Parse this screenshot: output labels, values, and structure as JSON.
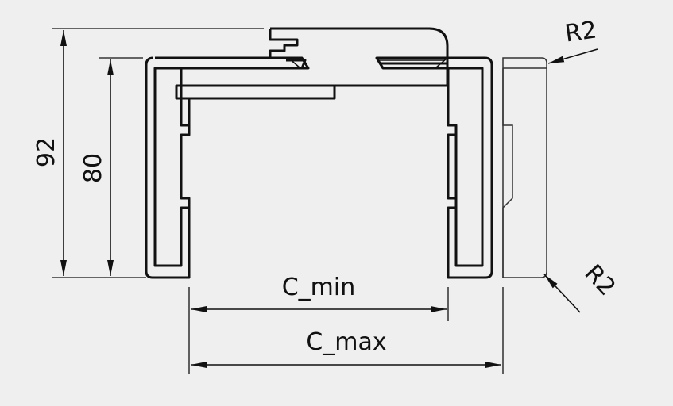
{
  "drawing": {
    "dimensions": {
      "overall_height": "92",
      "inner_height": "80",
      "c_min": "C_min",
      "c_max": "C_max",
      "radius_top": "R2",
      "radius_bottom": "R2"
    },
    "colors": {
      "background": "#efefef",
      "line": "#111111",
      "thin_line": "#333333"
    }
  }
}
